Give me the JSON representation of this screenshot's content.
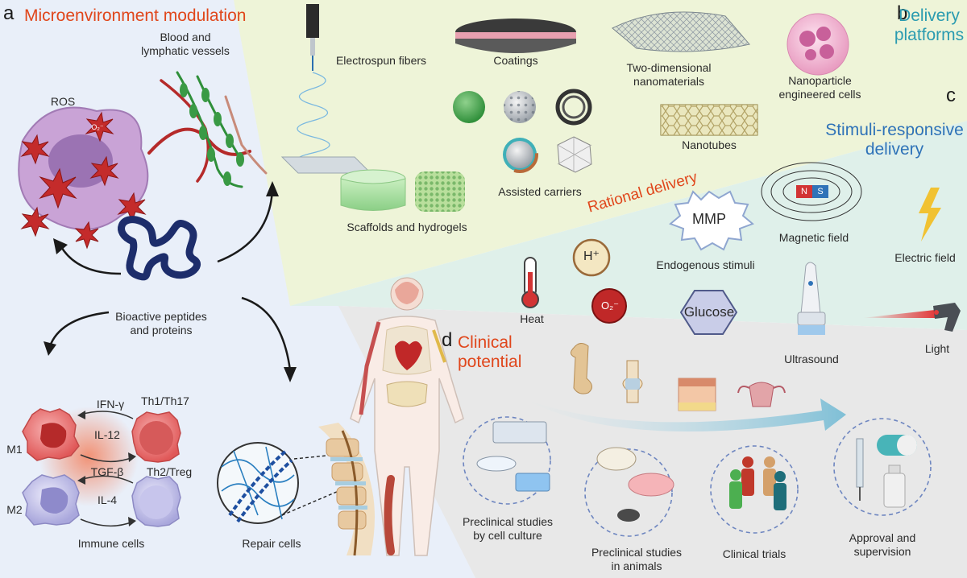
{
  "panels": {
    "a": {
      "letter": "a",
      "title": "Microenvironment\nmodulation"
    },
    "b": {
      "letter": "b",
      "title": "Delivery\nplatforms"
    },
    "c": {
      "letter": "c",
      "title": "Stimuli-responsive\ndelivery"
    },
    "d": {
      "letter": "d",
      "title": "Clinical\npotential"
    }
  },
  "microenvironment": {
    "ros": "ROS",
    "vessels": "Blood and\nlymphatic vessels",
    "peptides": "Bioactive peptides\nand proteins",
    "immune_cells": "Immune cells",
    "repair_cells": "Repair cells",
    "m1": "M1",
    "m2": "M2",
    "th1": "Th1/Th17",
    "th2": "Th2/Treg",
    "ifn": "IFN-γ",
    "il12": "IL-12",
    "tgf": "TGF-β",
    "il4": "IL-4",
    "o2": "O₂⁻"
  },
  "delivery": {
    "electrospun": "Electrospun fibers",
    "coatings": "Coatings",
    "two_d": "Two-dimensional\nnanomaterials",
    "engineered": "Nanoparticle\nengineered cells",
    "nanotubes": "Nanotubes",
    "assisted": "Assisted carriers",
    "scaffolds": "Scaffolds and hydrogels"
  },
  "rational_delivery": "Rational delivery",
  "stimuli": {
    "mmp": "MMP",
    "h_plus": "H⁺",
    "o2": "O₂⁻",
    "glucose": "Glucose",
    "endogenous": "Endogenous stimuli",
    "magnetic": "Magnetic field",
    "electric": "Electric field",
    "heat": "Heat",
    "ultrasound": "Ultrasound",
    "light": "Light",
    "n": "N",
    "s": "S"
  },
  "clinical": {
    "cell_culture": "Preclinical studies\nby cell culture",
    "animals": "Preclinical studies\nin animals",
    "trials": "Clinical trials",
    "approval": "Approval and\nsupervision"
  },
  "colors": {
    "region_a": "#e9eff9",
    "region_b": "#eef4d8",
    "region_c": "#dff0ea",
    "region_d": "#e8e8e8",
    "accent_red": "#e0461b",
    "accent_teal": "#2a9bb0",
    "accent_blue": "#2f73b8"
  }
}
